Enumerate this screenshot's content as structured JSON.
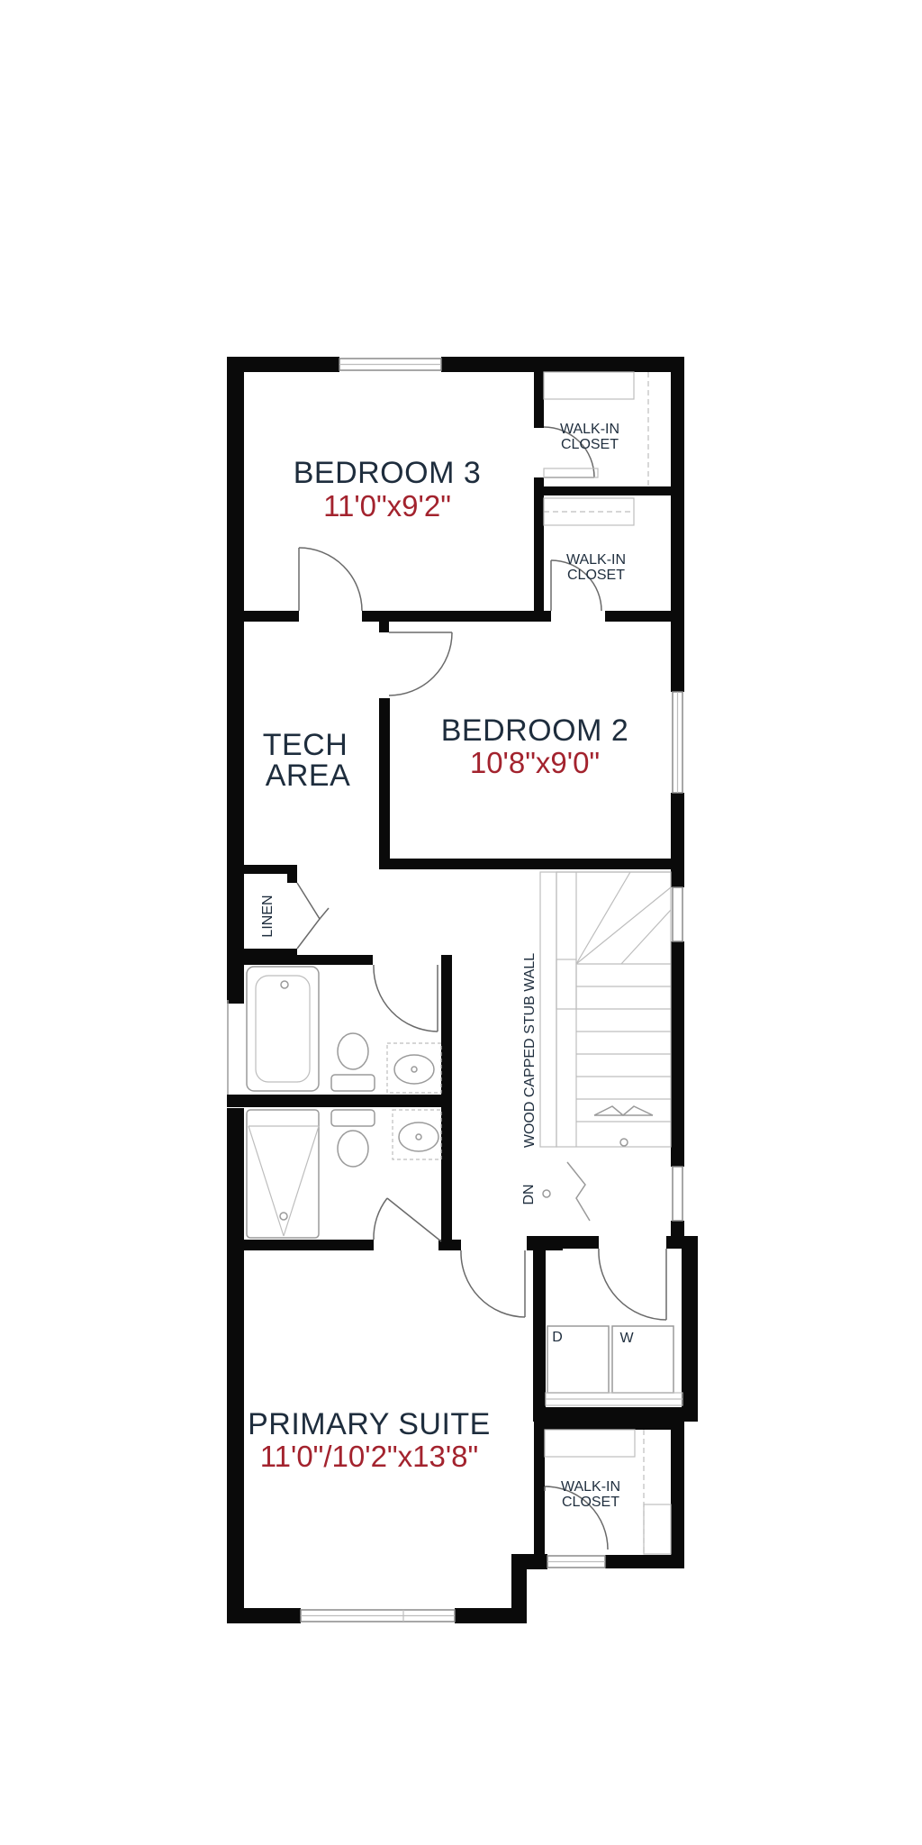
{
  "rooms": {
    "bedroom3": {
      "name": "BEDROOM 3",
      "dims": "11'0\"x9'2\""
    },
    "bedroom2": {
      "name": "BEDROOM 2",
      "dims": "10'8\"x9'0\""
    },
    "tech_area": {
      "line1": "TECH",
      "line2": "AREA"
    },
    "primary_suite": {
      "name": "PRIMARY SUITE",
      "dims": "11'0\"/10'2\"x13'8\""
    },
    "walk_in_closet_1": {
      "line1": "WALK-IN",
      "line2": "CLOSET"
    },
    "walk_in_closet_2": {
      "line1": "WALK-IN",
      "line2": "CLOSET"
    },
    "walk_in_closet_3": {
      "line1": "WALK-IN",
      "line2": "CLOSET"
    }
  },
  "labels": {
    "linen": "LINEN",
    "stub_wall": "WOOD CAPPED STUB WALL",
    "down": "DN",
    "dryer": "D",
    "washer": "W"
  },
  "colors": {
    "room_name": "#1e2d3d",
    "room_dims": "#a3232e",
    "walls": "#0a0a0a"
  }
}
